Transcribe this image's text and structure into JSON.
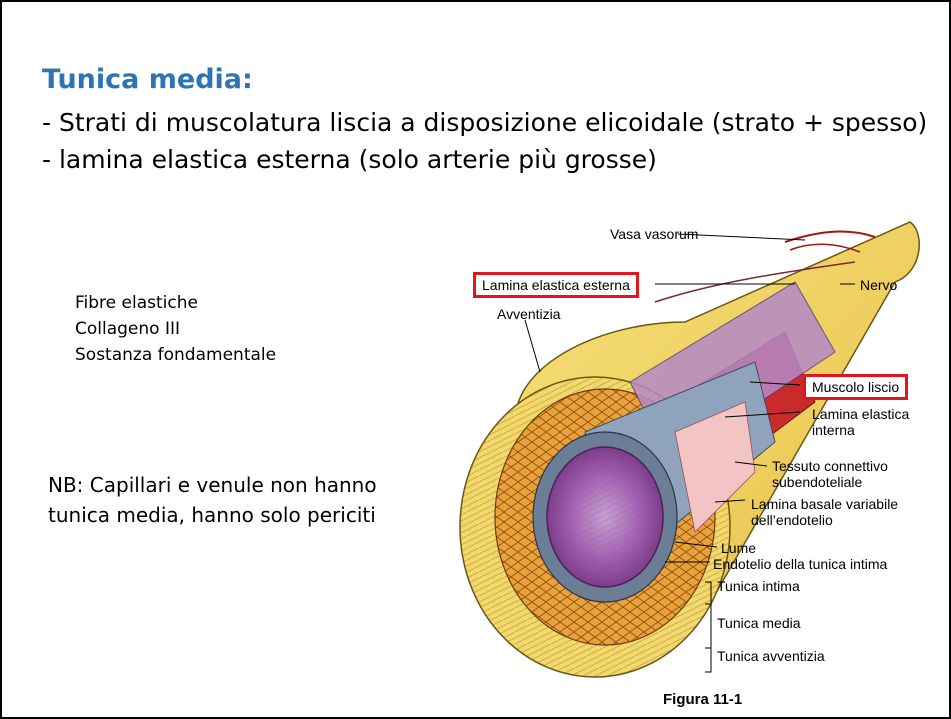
{
  "slide": {
    "title": "Tunica media:",
    "bullets": [
      "- Strati di muscolatura liscia a disposizione elicoidale (strato + spesso)",
      "- lamina elastica esterna (solo arterie più grosse)"
    ],
    "components": [
      "Fibre elastiche",
      "Collageno III",
      "Sostanza fondamentale"
    ],
    "note_lines": [
      "NB: Capillari e venule non hanno",
      "tunica media, hanno solo periciti"
    ]
  },
  "figure": {
    "labels": {
      "vasa_vasorum": "Vasa vasorum",
      "lamina_elastica_esterna": "Lamina elastica esterna",
      "nervo": "Nervo",
      "avventizia": "Avventizia",
      "muscolo_liscio": "Muscolo liscio",
      "lamina_elastica_interna_1": "Lamina elastica",
      "lamina_elastica_interna_2": "interna",
      "tessuto_1": "Tessuto connettivo",
      "tessuto_2": "subendoteliale",
      "lamina_basale_1": "Lamina basale variabile",
      "lamina_basale_2": "dell’endotelio",
      "lume": "Lume",
      "endotelio": "Endotelio della tunica intima",
      "tunica_intima": "Tunica intima",
      "tunica_media": "Tunica media",
      "tunica_avventizia": "Tunica avventizia"
    },
    "caption": "Figura 11-1",
    "highlight_color": "#e3141b"
  }
}
